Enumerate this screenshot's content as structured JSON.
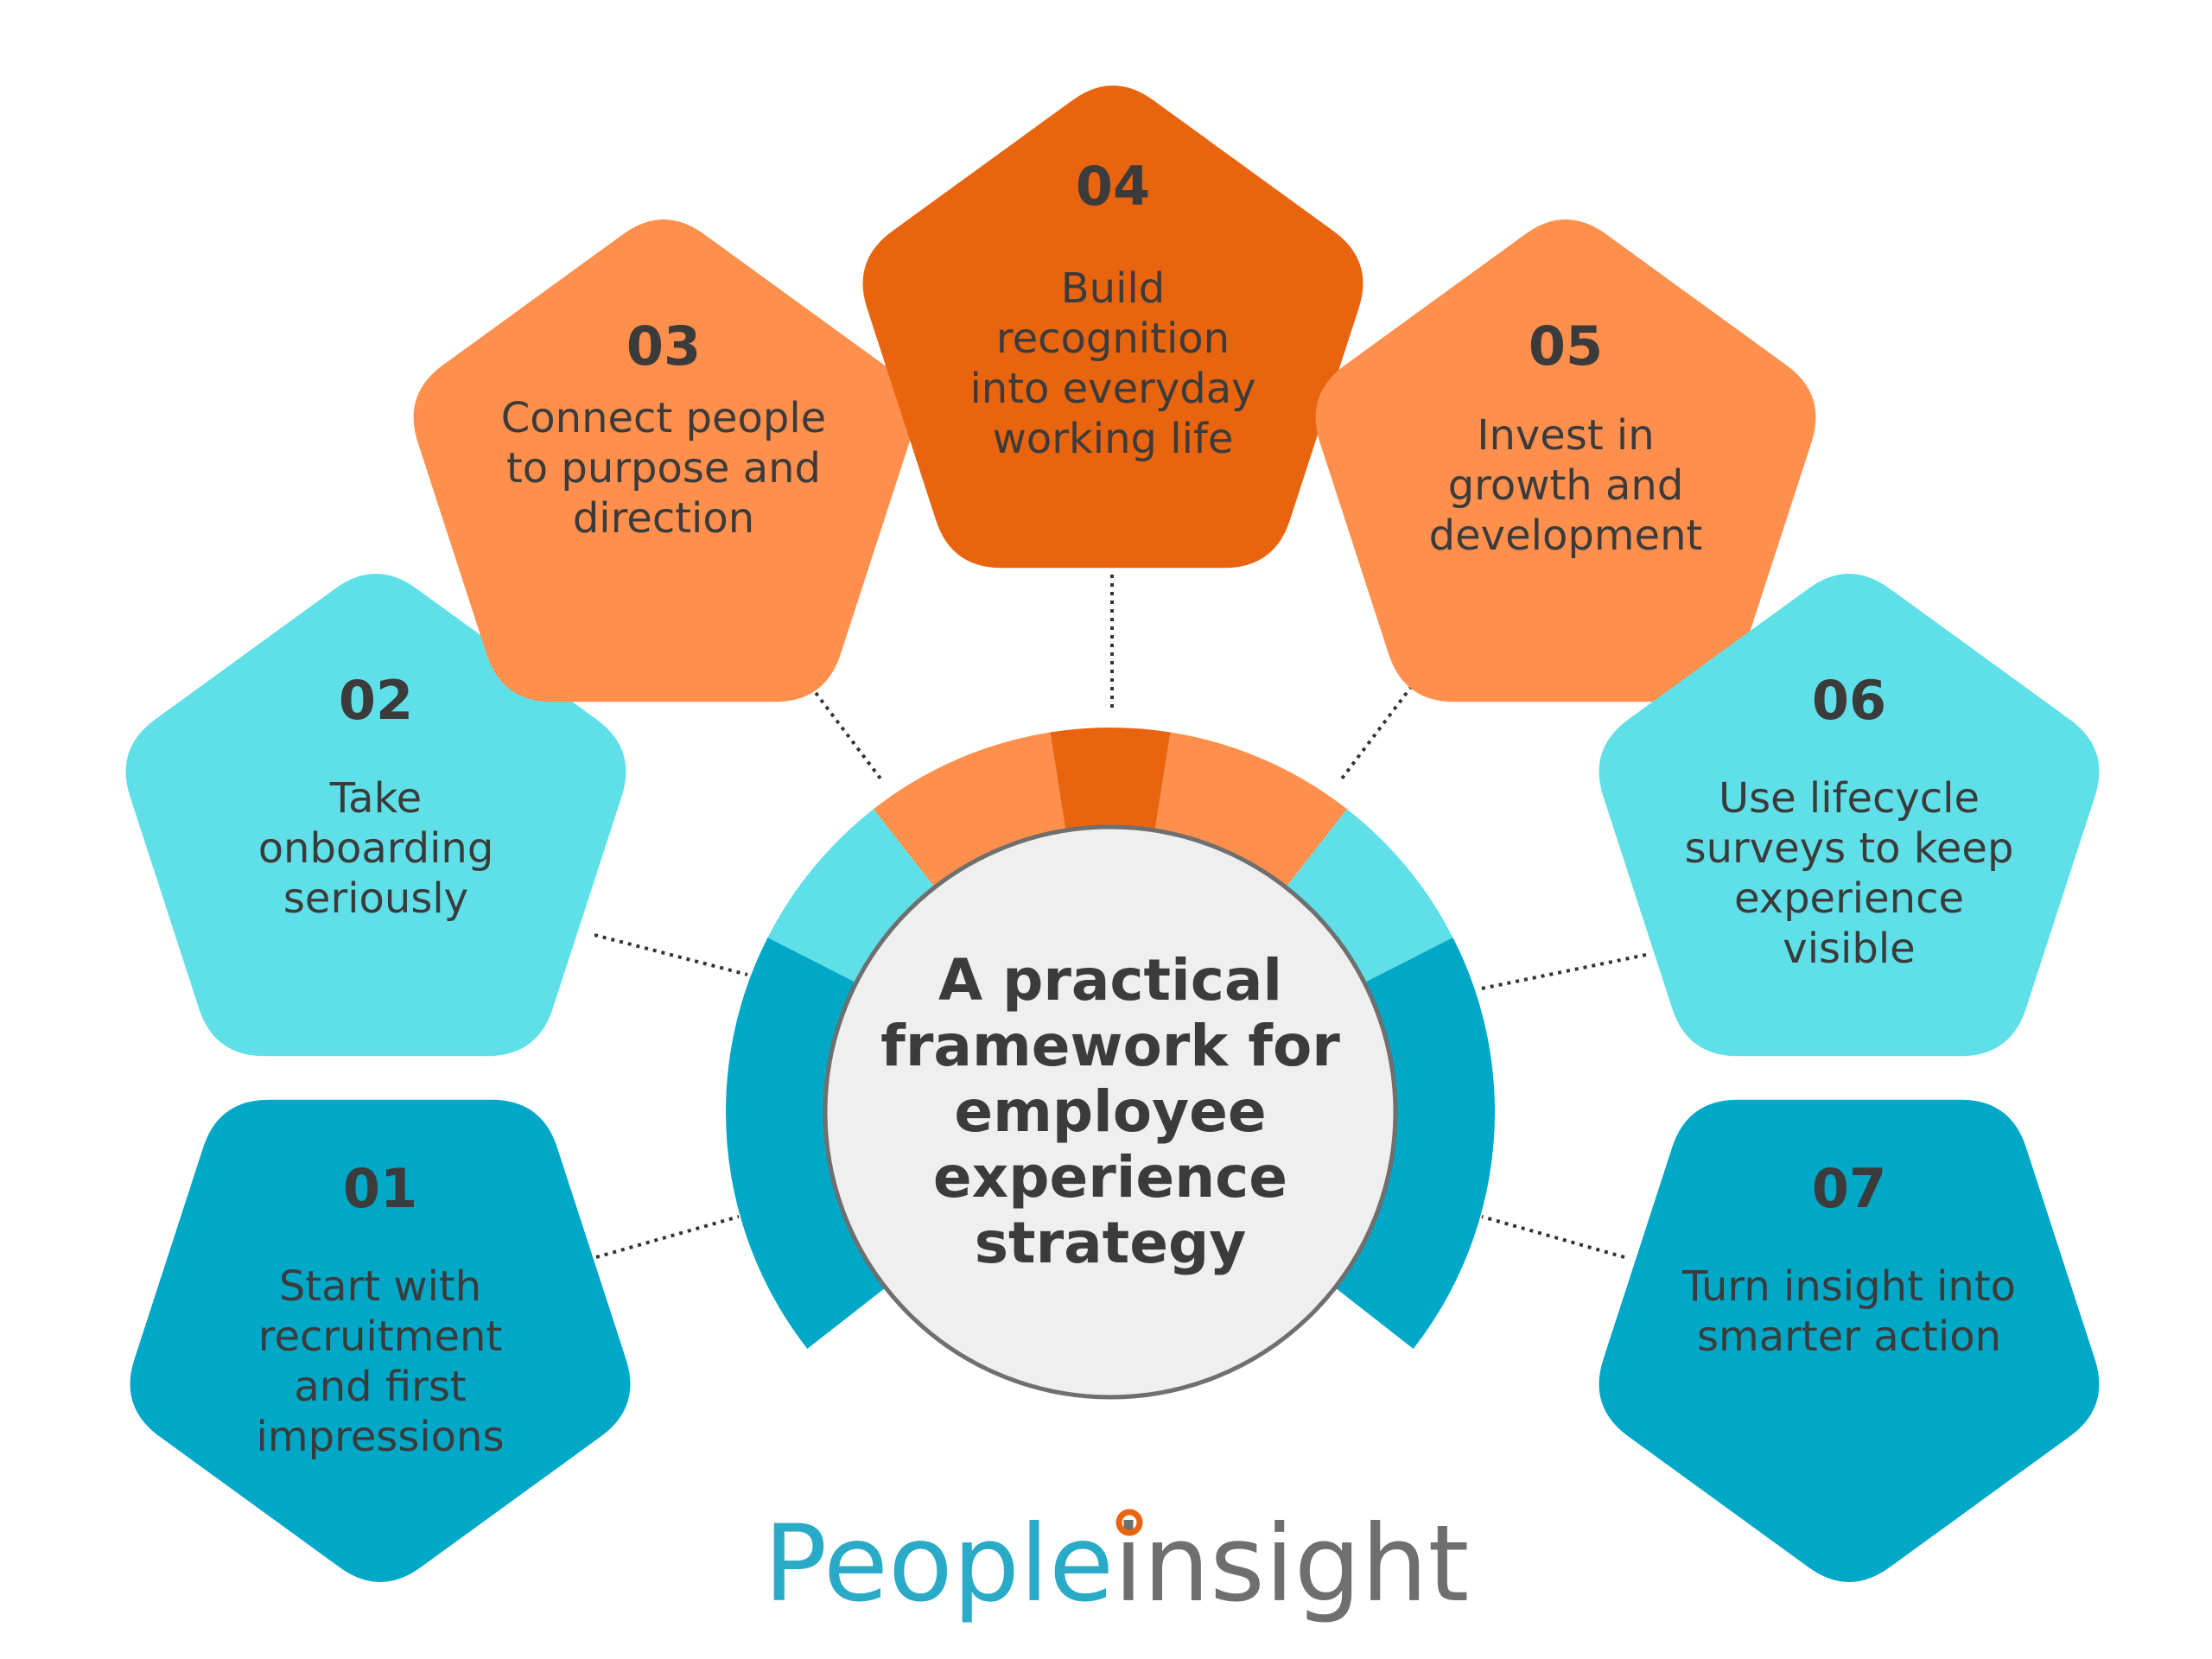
{
  "colors": {
    "teal_dark": "#00a8c8",
    "teal_light": "#5fe0e8",
    "orange_light": "#ff8f4c",
    "orange_dark": "#e8640f",
    "text": "#3b3b3b",
    "center_fill": "#efefef",
    "center_stroke": "#6f6f6f",
    "logo_blue": "#29aac6",
    "logo_gray": "#6f6f6f",
    "logo_orange": "#e8640f"
  },
  "center": {
    "lines": [
      "A practical",
      "framework for",
      "employee",
      "experience",
      "strategy"
    ]
  },
  "steps": [
    {
      "num": "01",
      "lines": [
        "Start with",
        "recruitment",
        "and first",
        "impressions"
      ],
      "color": "#00a8c8"
    },
    {
      "num": "02",
      "lines": [
        "Take",
        "onboarding",
        "seriously"
      ],
      "color": "#5fe0e8"
    },
    {
      "num": "03",
      "lines": [
        "Connect people",
        "to purpose and",
        "direction"
      ],
      "color": "#ff8f4c"
    },
    {
      "num": "04",
      "lines": [
        "Build",
        "recognition",
        "into everyday",
        "working life"
      ],
      "color": "#e8640f"
    },
    {
      "num": "05",
      "lines": [
        "Invest in",
        "growth and",
        "development"
      ],
      "color": "#ff8f4c"
    },
    {
      "num": "06",
      "lines": [
        "Use lifecycle",
        "surveys to keep",
        "experience",
        "visible"
      ],
      "color": "#5fe0e8"
    },
    {
      "num": "07",
      "lines": [
        "Turn insight into",
        "smarter action"
      ],
      "color": "#00a8c8"
    }
  ],
  "logo": {
    "part1": "People",
    "part2": "insight"
  }
}
